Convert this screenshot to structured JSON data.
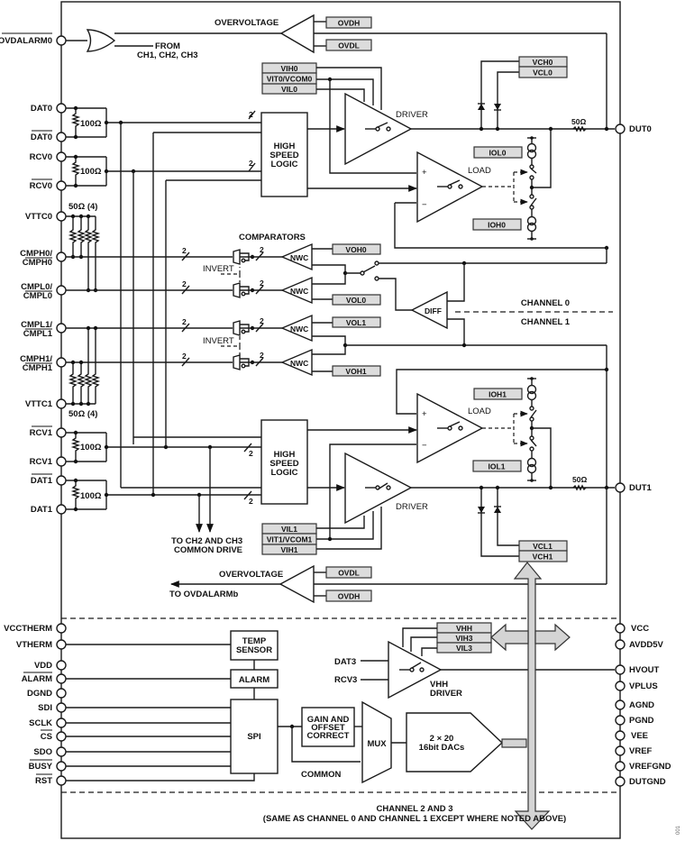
{
  "diagram": {
    "title": "Functional Block Diagram",
    "left_pins": {
      "ovdalarm0": "OVDALARM0",
      "dat0": "DAT0",
      "dat0_n": "DAT0",
      "rcv0": "RCV0",
      "rcv0_n": "RCV0",
      "vttc0": "VTTC0",
      "cmph0_a": "CMPH0/",
      "cmph0_b": "CMPH0",
      "cmpl0_a": "CMPL0/",
      "cmpl0_b": "CMPL0",
      "cmpl1_a": "CMPL1/",
      "cmpl1_b": "CMPL1",
      "cmph1_a": "CMPH1/",
      "cmph1_b": "CMPH1",
      "vttc1": "VTTC1",
      "rcv1_n": "RCV1",
      "rcv1": "RCV1",
      "dat1_n": "DAT1",
      "dat1": "DAT1",
      "vcctherm": "VCCTHERM",
      "vtherm": "VTHERM",
      "vdd": "VDD",
      "alarm": "ALARM",
      "dgnd": "DGND",
      "sdi": "SDI",
      "sclk": "SCLK",
      "cs": "CS",
      "sdo": "SDO",
      "busy": "BUSY",
      "rst": "RST"
    },
    "right_pins": {
      "dut0": "DUT0",
      "dut1": "DUT1",
      "vcc": "VCC",
      "avdd5v": "AVDD5V",
      "hvout": "HVOUT",
      "vplus": "VPLUS",
      "agnd": "AGND",
      "pgnd": "PGND",
      "vee": "VEE",
      "vref": "VREF",
      "vrefgnd": "VREFGND",
      "dutgnd": "DUTGND"
    },
    "registers": {
      "ovdh0": "OVDH",
      "ovdl0": "OVDL",
      "vih0": "VIH0",
      "vit0": "VIT0/VCOM0",
      "vil0": "VIL0",
      "vch0": "VCH0",
      "vcl0": "VCL0",
      "iol0": "IOL0",
      "ioh0": "IOH0",
      "voh0": "VOH0",
      "vol0": "VOL0",
      "vol1": "VOL1",
      "voh1": "VOH1",
      "ioh1": "IOH1",
      "iol1": "IOL1",
      "vcl1": "VCL1",
      "vch1": "VCH1",
      "vil1": "VIL1",
      "vit1": "VIT1/VCOM1",
      "vih1": "VIH1",
      "ovdl1": "OVDL",
      "ovdh1": "OVDH",
      "vhh": "VHH",
      "vih3": "VIH3",
      "vil3": "VIL3"
    },
    "labels": {
      "overvoltage_top": "OVERVOLTAGE",
      "from_1": "FROM",
      "from_2": "CH1, CH2, CH3",
      "driver0": "DRIVER",
      "driver1": "DRIVER",
      "load0": "LOAD",
      "load1": "LOAD",
      "hsl0_1": "HIGH",
      "hsl0_2": "SPEED",
      "hsl0_3": "LOGIC",
      "hsl1_1": "HIGH",
      "hsl1_2": "SPEED",
      "hsl1_3": "LOGIC",
      "r100_a": "100Ω",
      "r100_b": "100Ω",
      "r100_c": "100Ω",
      "r100_d": "100Ω",
      "r50_0": "50Ω (4)",
      "r50_1": "50Ω (4)",
      "r50_dut0": "50Ω",
      "r50_dut1": "50Ω",
      "comparators": "COMPARATORS",
      "invert0": "INVERT",
      "invert1": "INVERT",
      "nwc": "NWC",
      "diff": "DIFF",
      "channel0": "CHANNEL 0",
      "channel1": "CHANNEL 1",
      "bus2": "2",
      "common_drive_1": "TO CH2 AND CH3",
      "common_drive_2": "COMMON DRIVE",
      "overvoltage_bottom": "OVERVOLTAGE",
      "to_ovdalarm": "TO OVDALARMb",
      "temp_1": "TEMP",
      "temp_2": "SENSOR",
      "alarm_block": "ALARM",
      "spi": "SPI",
      "gain_1": "GAIN AND",
      "gain_2": "OFFSET",
      "gain_3": "CORRECT",
      "common": "COMMON",
      "mux": "MUX",
      "dac_1": "2 × 20",
      "dac_2": "16bit DACs",
      "dat3": "DAT3",
      "rcv3": "RCV3",
      "vhh_driver_1": "VHH",
      "vhh_driver_2": "DRIVER",
      "plus": "+",
      "minus": "−",
      "ch23_1": "CHANNEL 2 AND 3",
      "ch23_2": "(SAME AS CHANNEL 0 AND CHANNEL 1 EXCEPT WHERE NOTED ABOVE)",
      "fig_id": "001"
    }
  }
}
